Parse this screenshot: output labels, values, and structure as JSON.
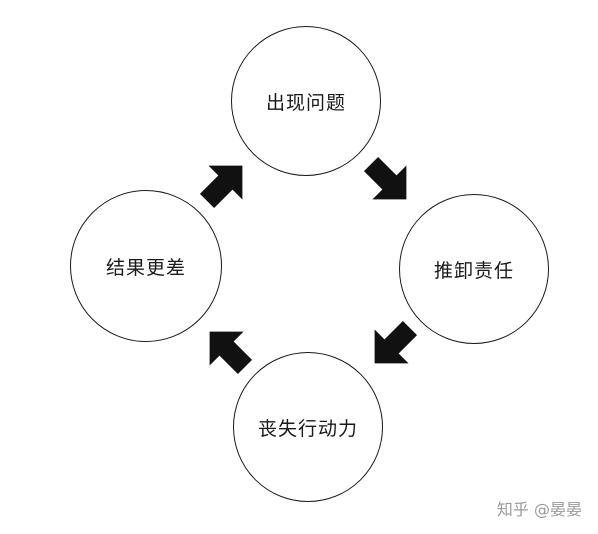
{
  "diagram": {
    "nodes": {
      "top": "出现问题",
      "right": "推卸责任",
      "bottom": "丧失行动力",
      "left": "结果更差"
    }
  },
  "watermark": "知乎 @晏晏",
  "colors": {
    "stroke": "#1a1a1a",
    "arrow_fill": "#111111",
    "background": "#ffffff",
    "watermark": "#9a9a9a"
  }
}
